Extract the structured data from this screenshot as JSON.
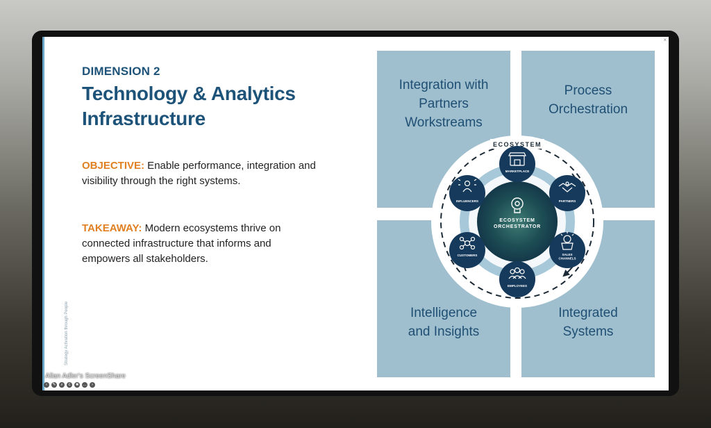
{
  "slide": {
    "dimension": "DIMENSION 2",
    "title_line1": "Technology & Analytics",
    "title_line2": "Infrastructure",
    "objective_label": "OBJECTIVE:",
    "objective_text": " Enable performance, integration and visibility through the right systems.",
    "takeaway_label": "TAKEAWAY:",
    "takeaway_text": " Modern ecosystems thrive on connected infrastructure that informs and empowers all stakeholders.",
    "vertical_text": "Strategy Activation through People"
  },
  "quadrants": [
    {
      "label": "Integration with\nPartners\nWorkstreams"
    },
    {
      "label": "Process\nOrchestration"
    },
    {
      "label": "Intelligence\nand Insights"
    },
    {
      "label": "Integrated\nSystems"
    }
  ],
  "ecosystem": {
    "ring_label": "ECOSYSTEM",
    "center_line1": "ECOSYSTEM",
    "center_line2": "ORCHESTRATOR",
    "nodes": [
      {
        "label": "MARKETPLACE",
        "icon": "storefront-icon"
      },
      {
        "label": "PARTNERS",
        "icon": "handshake-icon"
      },
      {
        "label": "SALES\nCHANNELS",
        "icon": "lightbulb-box-icon"
      },
      {
        "label": "EMPLOYEES",
        "icon": "people-icon"
      },
      {
        "label": "CUSTOMERS",
        "icon": "network-icon"
      },
      {
        "label": "INFLUENCERS",
        "icon": "person-broadcast-icon"
      }
    ]
  },
  "screenshare": {
    "label": "Allan Adler's ScreenShare"
  },
  "colors": {
    "title": "#1e5379",
    "accent": "#e08022",
    "quadrant": "#9fbfcf",
    "node": "#163a5c",
    "ring": "#6e9fbd"
  }
}
